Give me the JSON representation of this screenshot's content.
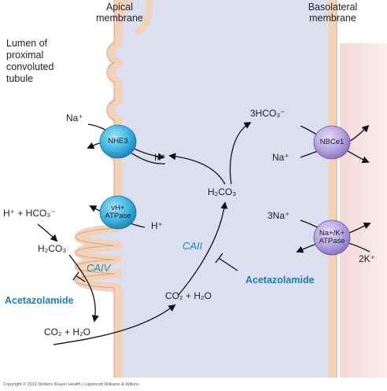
{
  "headers": {
    "apical": "Apical\nmembrane",
    "basolateral": "Basolateral\nmembrane",
    "lumen": "Lumen of\nproximal\nconvoluted\ntubule"
  },
  "proteins": {
    "nhe3": "NHE3",
    "vh_atpase": "vH+\nATPase",
    "nbce1": "NBCe1",
    "nak_atpase": "Na+/K+\nATPase"
  },
  "species": {
    "na_lumen": "Na⁺",
    "h_out_nhe3": "H⁺",
    "h_atpase_out": "H⁺ + HCO₃⁻",
    "h_atpase_in": "H⁺",
    "h2co3_lumen": "H₂CO₃",
    "co2_h2o_lumen": "CO₂ + H₂O",
    "h2co3_cell": "H₂CO₃",
    "co2_h2o_cell": "CO₂ + H₂O",
    "hco3_3": "3HCO₃⁻",
    "na_nbc": "Na⁺",
    "na3": "3Na⁺",
    "k2": "2K⁺"
  },
  "enzymes": {
    "caiv": "CAIV",
    "caii": "CAII"
  },
  "inhibitors": {
    "acet_lumen": "Acetazolamide",
    "acet_cell": "Acetazolamide"
  },
  "copyright": "Copyright © 2012 Wolters Kluwer Health | Lippincott Williams & Wilkins",
  "colors": {
    "cell": "#dcdff0",
    "interstitium": "#f5dcdc",
    "membrane": "#f2d2b8",
    "membrane_edge": "#d4a888",
    "cyan_transporter": "#41b7e3",
    "purple_transporter": "#b7a6e0",
    "enzyme_text": "#1a8ab8",
    "inhibitor_text": "#1a7fb0"
  }
}
